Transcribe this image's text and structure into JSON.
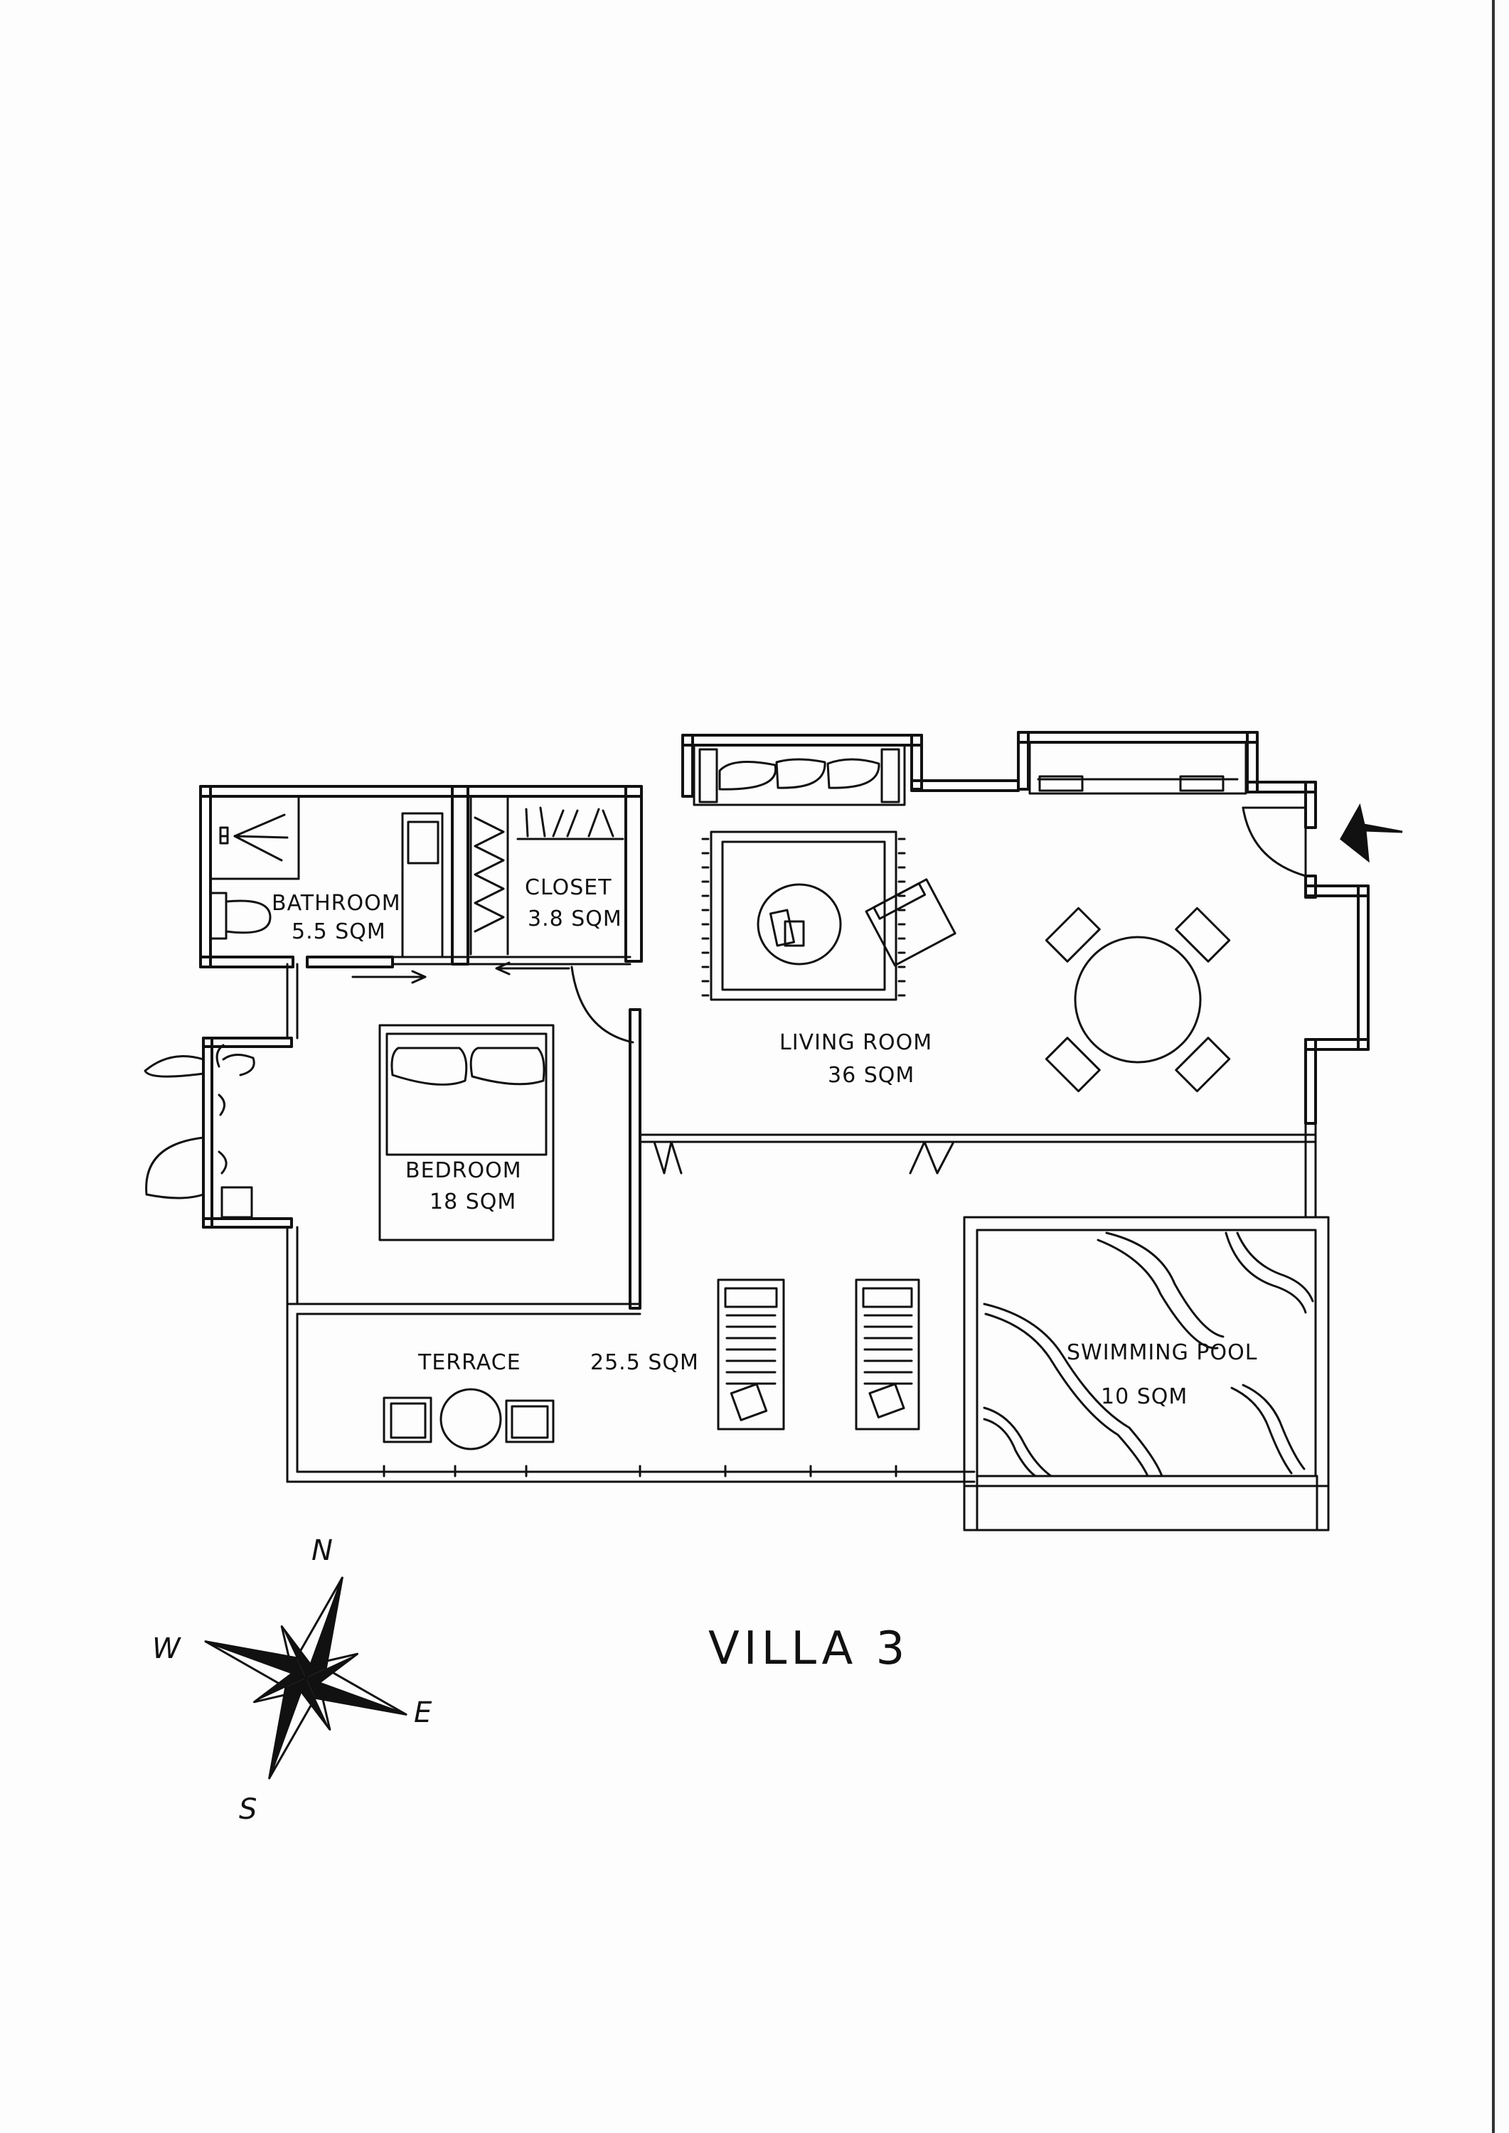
{
  "title": "VILLA 3",
  "rooms": {
    "bathroom": {
      "name": "BATHROOM",
      "area": "5.5 SQM"
    },
    "closet": {
      "name": "CLOSET",
      "area": "3.8 SQM"
    },
    "living_room": {
      "name": "LIVING ROOM",
      "area": "36 SQM"
    },
    "bedroom": {
      "name": "BEDROOM",
      "area": "18 SQM"
    },
    "terrace": {
      "name": "TERRACE",
      "area": "25.5 SQM"
    },
    "swimming_pool": {
      "name": "SWIMMING POOL",
      "area": "10 SQM"
    }
  },
  "compass": {
    "n": "N",
    "s": "S",
    "e": "E",
    "w": "W"
  },
  "entrance": {
    "icon": "entrance-arrow-icon"
  },
  "colors": {
    "ink": "#111111",
    "paper": "#fdfdfd"
  }
}
